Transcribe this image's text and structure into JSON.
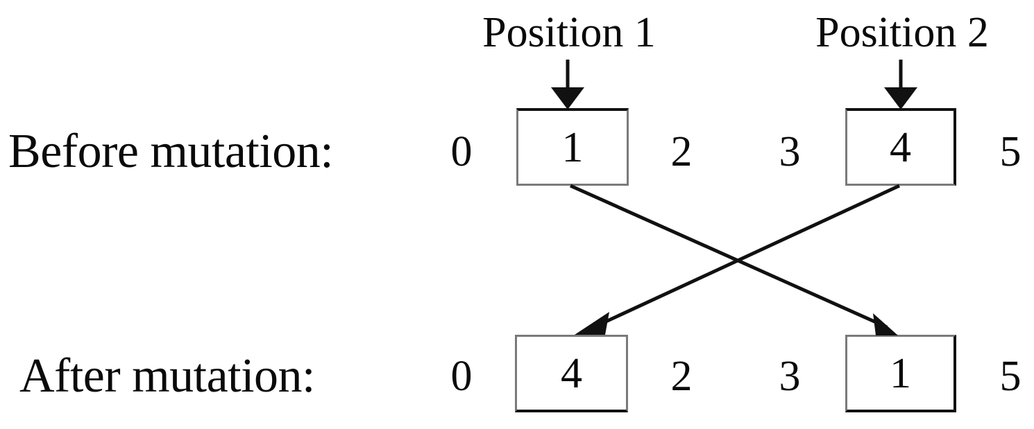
{
  "diagram": {
    "title_present": false,
    "background_color": "#ffffff",
    "line_color": "#111111",
    "box_border_color": "#7a7a7a",
    "box_border_dark_color": "#111111",
    "text_color": "#0a0a0a"
  },
  "pointers": [
    {
      "label": "Position 1",
      "target_index": 1
    },
    {
      "label": "Position 2",
      "target_index": 4
    }
  ],
  "rows": [
    {
      "label": "Before mutation:",
      "cells": [
        {
          "value": "0",
          "boxed": false
        },
        {
          "value": "1",
          "boxed": true
        },
        {
          "value": "2",
          "boxed": false
        },
        {
          "value": "3",
          "boxed": false
        },
        {
          "value": "4",
          "boxed": true
        },
        {
          "value": "5",
          "boxed": false
        }
      ]
    },
    {
      "label": "After mutation:",
      "cells": [
        {
          "value": "0",
          "boxed": false
        },
        {
          "value": "4",
          "boxed": true
        },
        {
          "value": "2",
          "boxed": false
        },
        {
          "value": "3",
          "boxed": false
        },
        {
          "value": "1",
          "boxed": true
        },
        {
          "value": "5",
          "boxed": false
        }
      ]
    }
  ],
  "swap_arrows": [
    {
      "from_index": 1,
      "to_index": 4,
      "description": "value 1 moves to position 2"
    },
    {
      "from_index": 4,
      "to_index": 1,
      "description": "value 4 moves to position 1"
    }
  ]
}
